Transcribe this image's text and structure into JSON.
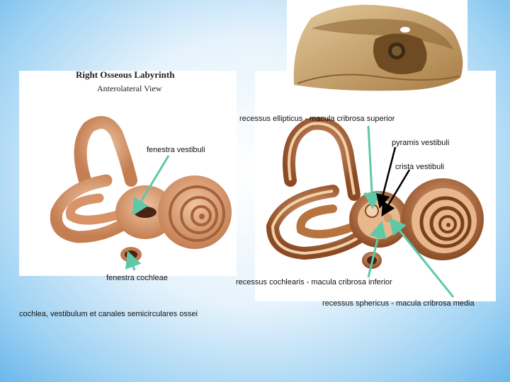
{
  "left_panel": {
    "title": "Right Osseous Labyrinth",
    "subtitle": "Anterolateral View"
  },
  "labels": {
    "recessus_ellipticus": "recessus ellipticus - macula cribrosa superior",
    "fenestra_vestibuli": "fenestra vestibuli",
    "pyramis_vestibuli": "pyramis vestibuli",
    "crista_vestibuli": "crista vestibuli",
    "fenestra_cochleae": "fenestra cochleae",
    "recessus_cochlearis": "recessus cochlearis - macula cribrosa inferior",
    "recessus_sphericus": "recessus sphericus - macula cribrosa media",
    "caption": "cochlea, vestibulum et canales semicirculares ossei"
  },
  "colors": {
    "bone_left": "#e0a27a",
    "bone_dark": "#a5623a",
    "bone_right": "#c98a5c",
    "bone_right_dark": "#7a3f1c",
    "skull_section": "#c9a46b",
    "pointer_arrow": "#5fc8a8",
    "black_arrow": "#000000"
  }
}
